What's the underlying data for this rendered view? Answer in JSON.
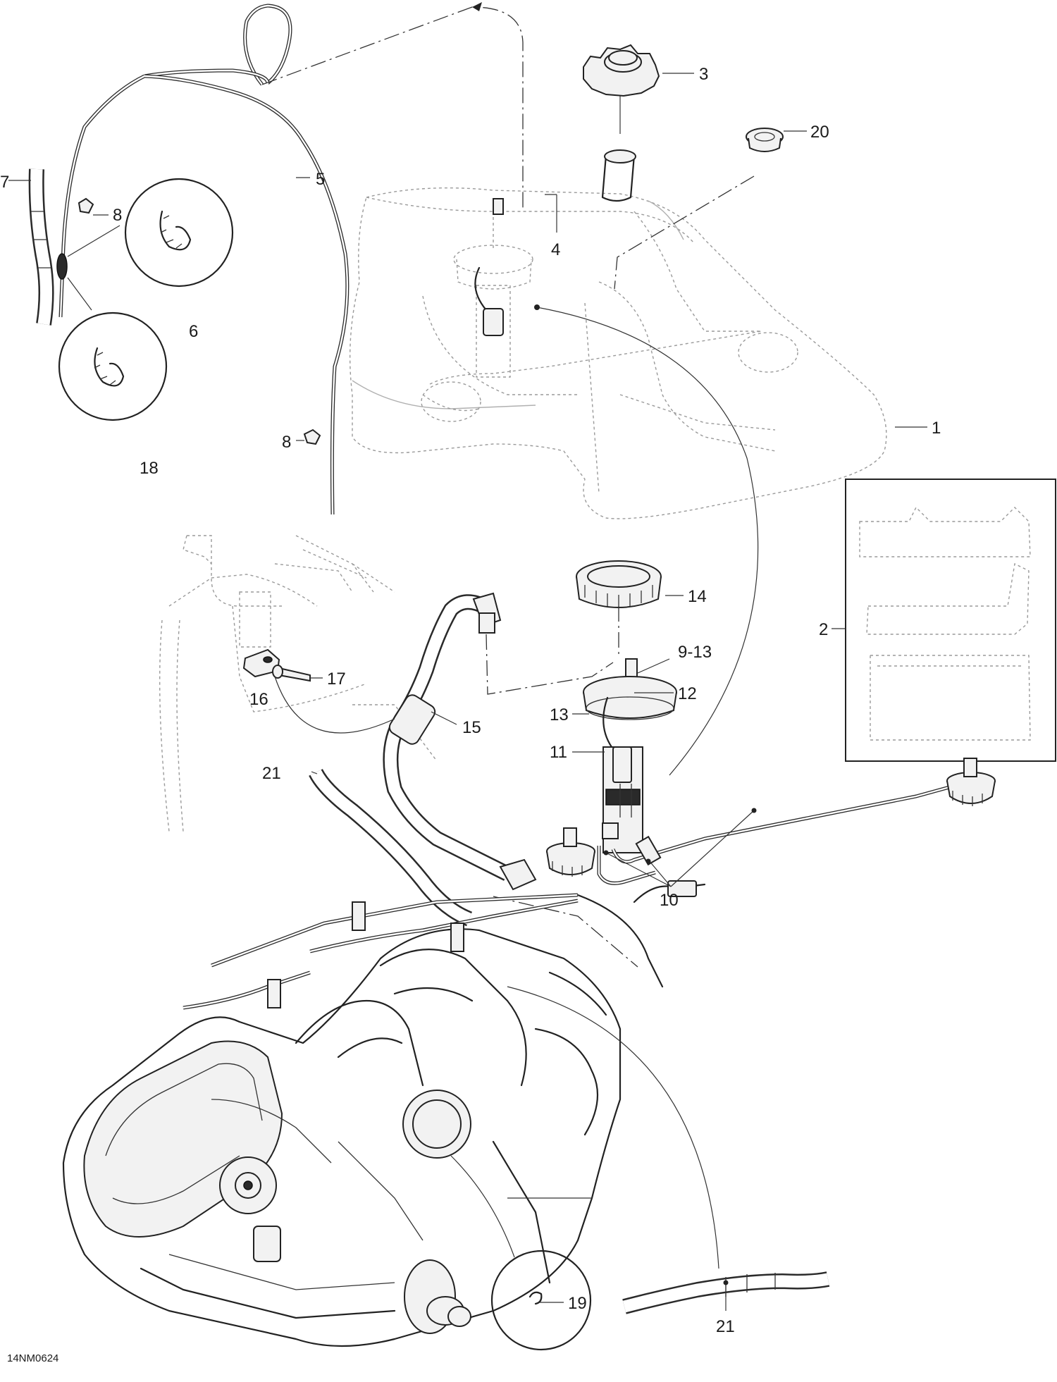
{
  "diagram_code": "14NM0624",
  "callouts": {
    "c1": "1",
    "c2": "2",
    "c3": "3",
    "c4": "4",
    "c5": "5",
    "c6": "6",
    "c7": "7",
    "c8a": "8",
    "c8b": "8",
    "c9_13": "9-13",
    "c10": "10",
    "c11": "11",
    "c12": "12",
    "c13": "13",
    "c14": "14",
    "c15": "15",
    "c16": "16",
    "c17": "17",
    "c18": "18",
    "c19": "19",
    "c20": "20",
    "c21a": "21",
    "c21b": "21"
  },
  "colors": {
    "line": "#222222",
    "ghost": "#9a9a9a",
    "background": "#ffffff"
  }
}
